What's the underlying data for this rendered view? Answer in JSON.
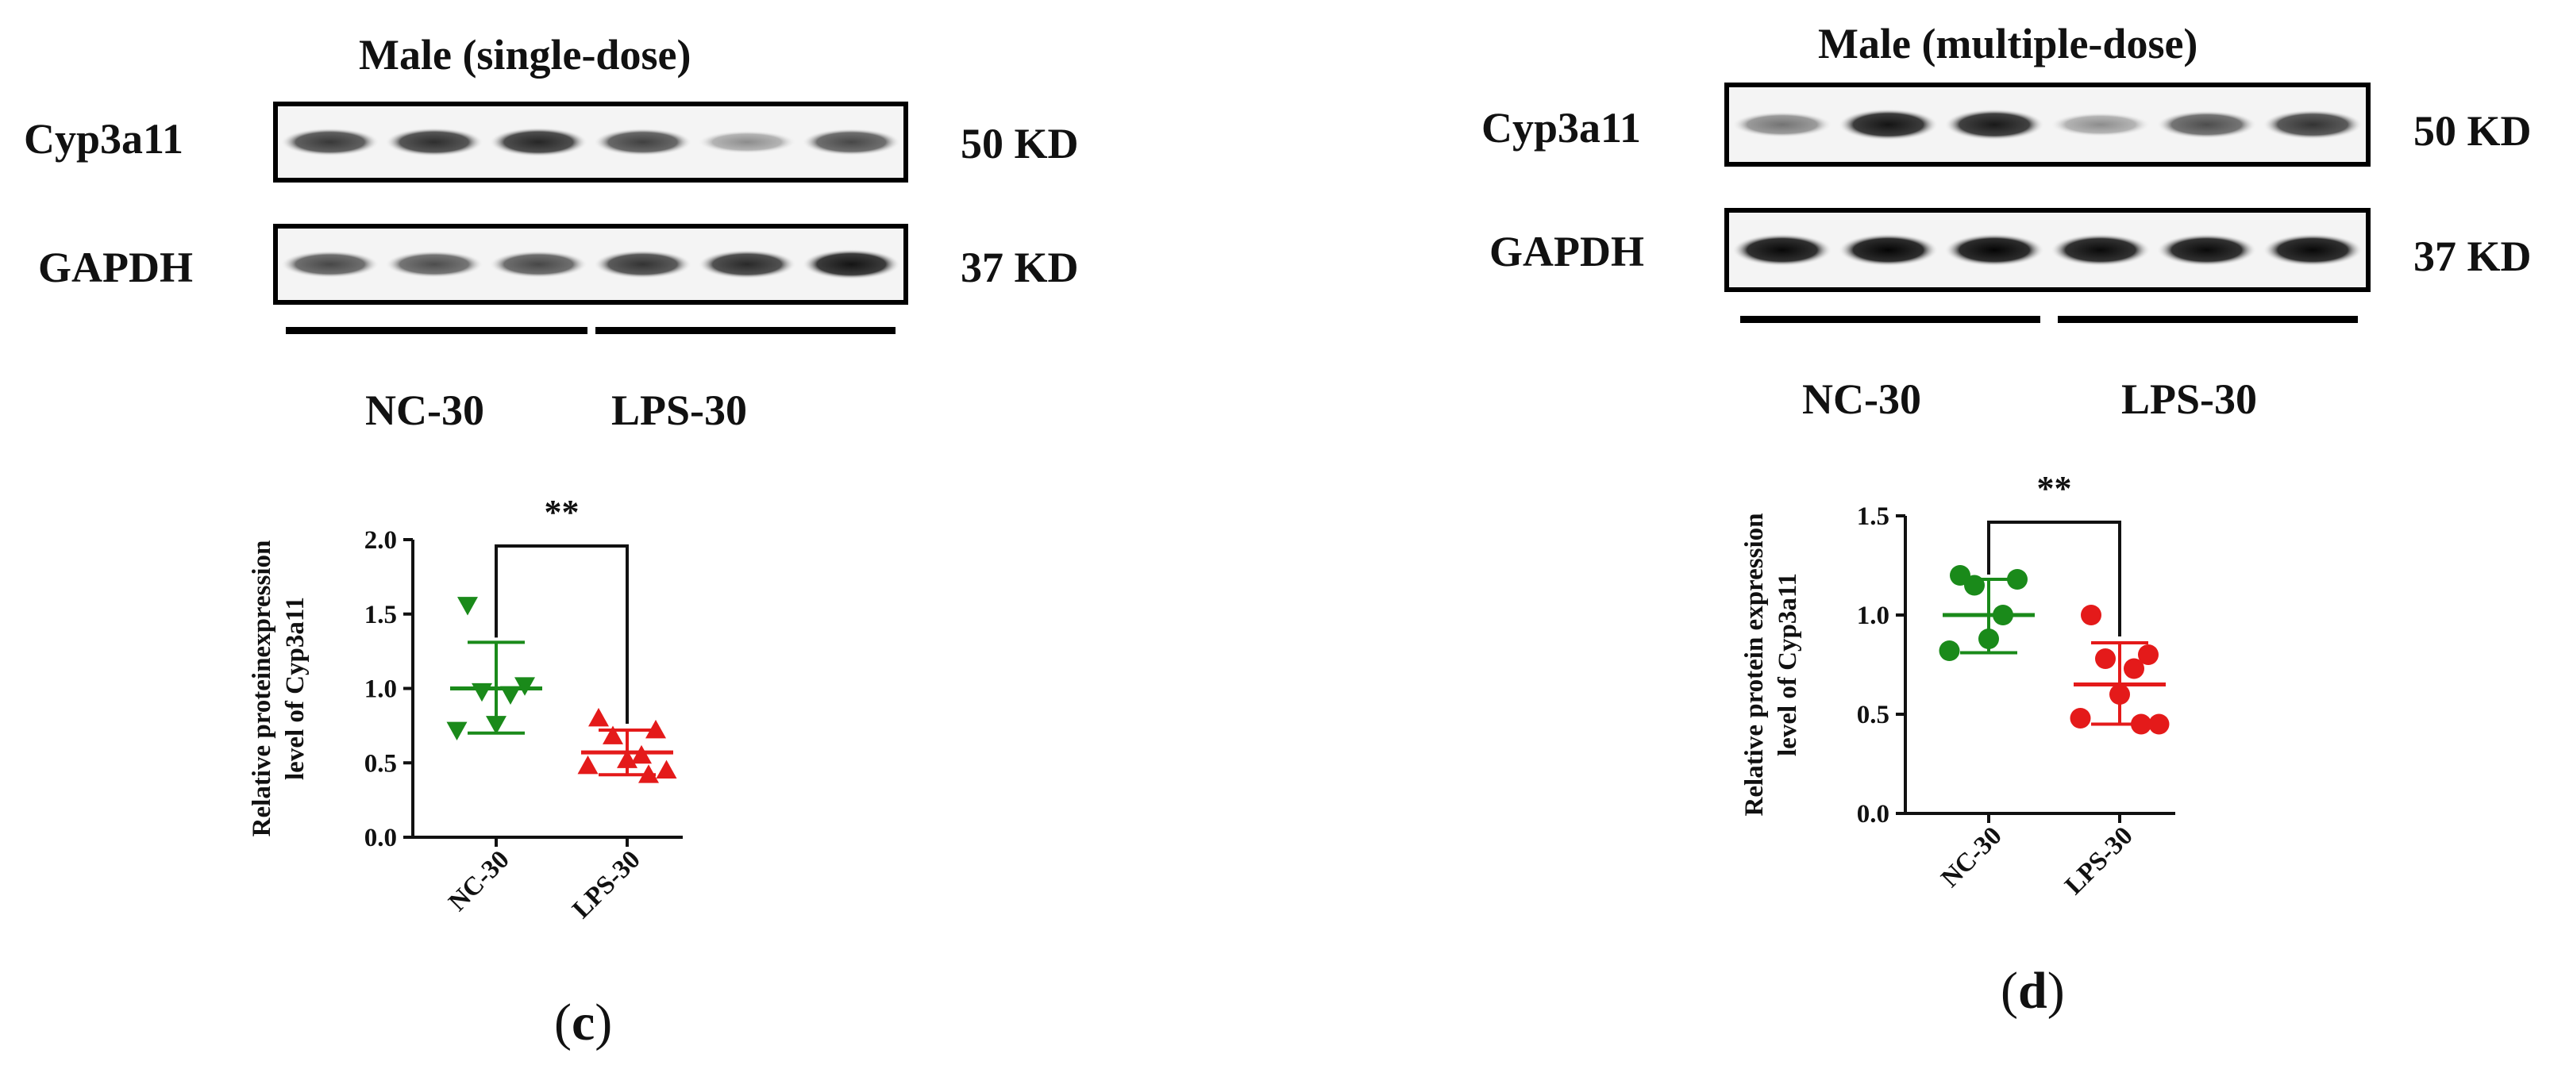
{
  "panels": [
    {
      "letter": "c",
      "title": "Male (single-dose)",
      "blots": [
        {
          "protein": "Cyp3a11",
          "size": "50 KD",
          "band_intensity": [
            0.78,
            0.82,
            0.85,
            0.75,
            0.45,
            0.72
          ]
        },
        {
          "protein": "GAPDH",
          "size": "37 KD",
          "band_intensity": [
            0.72,
            0.7,
            0.72,
            0.8,
            0.84,
            0.92
          ]
        }
      ],
      "groups": [
        "NC-30",
        "LPS-30"
      ]
    },
    {
      "letter": "d",
      "title": "Male (multiple-dose)",
      "blots": [
        {
          "protein": "Cyp3a11",
          "size": "50 KD",
          "band_intensity": [
            0.55,
            0.92,
            0.9,
            0.45,
            0.7,
            0.8
          ]
        },
        {
          "protein": "GAPDH",
          "size": "37 KD",
          "band_intensity": [
            0.97,
            0.98,
            0.98,
            0.96,
            0.96,
            0.97
          ]
        }
      ],
      "groups": [
        "NC-30",
        "LPS-30"
      ]
    }
  ],
  "chart_data": [
    {
      "type": "scatter",
      "ylabel_lines": [
        "Relative proteinexpression",
        "level of Cyp3a11"
      ],
      "ylim": [
        0,
        2.0
      ],
      "yticks": [
        "0.0",
        "0.5",
        "1.0",
        "1.5",
        "2.0"
      ],
      "categories": [
        "NC-30",
        "LPS-30"
      ],
      "significance": "**",
      "series": [
        {
          "category": "NC-30",
          "marker": "triangle-down",
          "color": "#1a8a1a",
          "values": [
            1.56,
            1.02,
            0.98,
            0.96,
            0.76,
            0.72
          ],
          "mean": 1.0,
          "sd_upper": 1.31,
          "sd_lower": 0.7
        },
        {
          "category": "LPS-30",
          "marker": "triangle-up",
          "color": "#e41a1a",
          "values": [
            0.8,
            0.72,
            0.68,
            0.55,
            0.52,
            0.48,
            0.45,
            0.42
          ],
          "mean": 0.57,
          "sd_upper": 0.72,
          "sd_lower": 0.42
        }
      ]
    },
    {
      "type": "scatter",
      "ylabel_lines": [
        "Relative protein expression",
        "level of Cyp3a11"
      ],
      "ylim": [
        0,
        1.5
      ],
      "yticks": [
        "0.0",
        "0.5",
        "1.0",
        "1.5"
      ],
      "categories": [
        "NC-30",
        "LPS-30"
      ],
      "significance": "**",
      "series": [
        {
          "category": "NC-30",
          "marker": "circle",
          "color": "#1a8a1a",
          "values": [
            1.2,
            1.18,
            1.15,
            1.0,
            0.88,
            0.82
          ],
          "mean": 1.0,
          "sd_upper": 1.18,
          "sd_lower": 0.81
        },
        {
          "category": "LPS-30",
          "marker": "circle",
          "color": "#e41a1a",
          "values": [
            1.0,
            0.8,
            0.78,
            0.73,
            0.6,
            0.48,
            0.45,
            0.45
          ],
          "mean": 0.65,
          "sd_upper": 0.86,
          "sd_lower": 0.45
        }
      ]
    }
  ]
}
